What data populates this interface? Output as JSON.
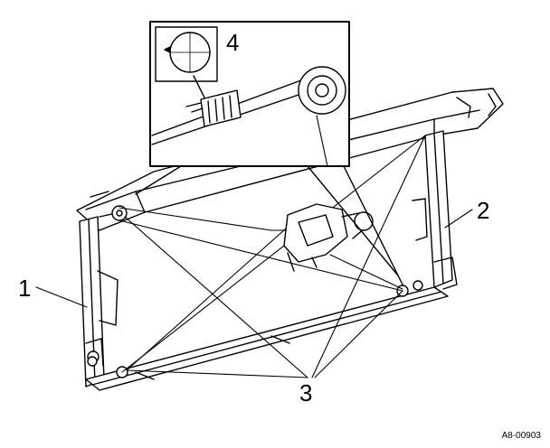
{
  "callouts": {
    "one": "1",
    "two": "2",
    "three": "3",
    "four": "4"
  },
  "figure_code": "A8-00903",
  "colors": {
    "line": "#000000",
    "background": "#ffffff"
  }
}
